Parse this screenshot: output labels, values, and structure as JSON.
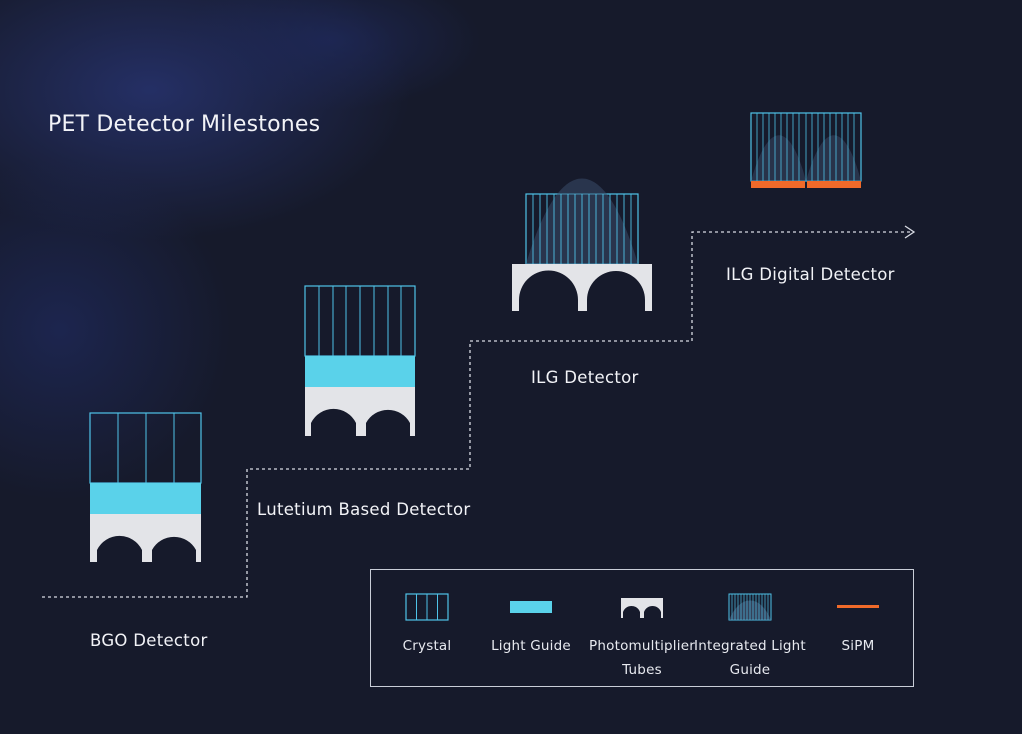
{
  "title": "PET Detector Milestones",
  "milestones": [
    {
      "label": "BGO Detector"
    },
    {
      "label": "Lutetium Based Detector"
    },
    {
      "label": "ILG Detector"
    },
    {
      "label": "ILG Digital Detector"
    }
  ],
  "legend": {
    "crystal": "Crystal",
    "light_guide": "Light Guide",
    "pmt": "Photomultiplier Tubes",
    "ilg": "Integrated Light Guide",
    "sipm": "SiPM"
  },
  "colors": {
    "background": "#161a2b",
    "crystal_line": "#4fc3e8",
    "light_guide": "#5ad2ea",
    "pmt": "#e3e4e8",
    "sipm": "#f06a2a",
    "path": "#d8dbe3"
  },
  "icons": [
    "crystal-icon",
    "light-guide-icon",
    "pmt-icon",
    "integrated-light-guide-icon",
    "sipm-icon"
  ]
}
